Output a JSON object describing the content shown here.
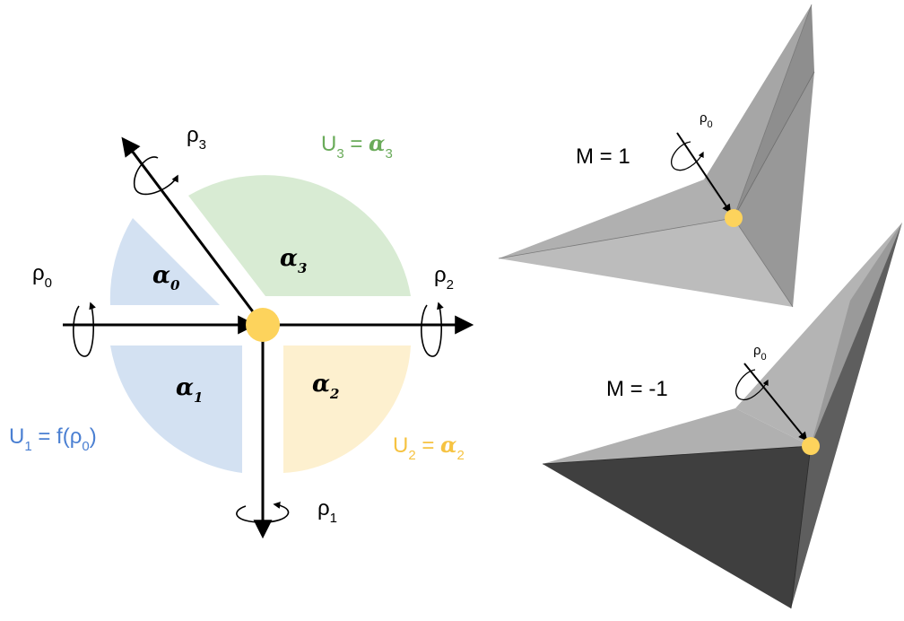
{
  "colors": {
    "blue_sector": "#d3e1f2",
    "green_sector": "#d8ebd3",
    "yellow_sector": "#fdf0cf",
    "joint": "#fdd35c",
    "blue_text": "#4a7fd2",
    "green_text": "#6aab5a",
    "yellow_text": "#f6c342"
  },
  "left": {
    "axes": {
      "rho0": {
        "base": "ρ",
        "sub": "0"
      },
      "rho1": {
        "base": "ρ",
        "sub": "1"
      },
      "rho2": {
        "base": "ρ",
        "sub": "2"
      },
      "rho3": {
        "base": "ρ",
        "sub": "3"
      }
    },
    "sectors": {
      "alpha0": {
        "base": "α",
        "sub": "0"
      },
      "alpha1": {
        "base": "α",
        "sub": "1"
      },
      "alpha2": {
        "base": "α",
        "sub": "2"
      },
      "alpha3": {
        "base": "α",
        "sub": "3"
      }
    },
    "equations": {
      "u1": {
        "U": "U",
        "sub": "1",
        "rest": " = f(ρ",
        "inner_sub": "0",
        "close": ")"
      },
      "u2": {
        "U": "U",
        "sub": "2",
        "rest": " = ",
        "greek": "α",
        "greek_sub": "2"
      },
      "u3": {
        "U": "U",
        "sub": "3",
        "rest": " = ",
        "greek": "α",
        "greek_sub": "3"
      }
    }
  },
  "right": {
    "top": {
      "label": "M = 1",
      "rho": {
        "base": "ρ",
        "sub": "0"
      }
    },
    "bottom": {
      "label": "M = -1",
      "rho": {
        "base": "ρ",
        "sub": "0"
      }
    }
  }
}
